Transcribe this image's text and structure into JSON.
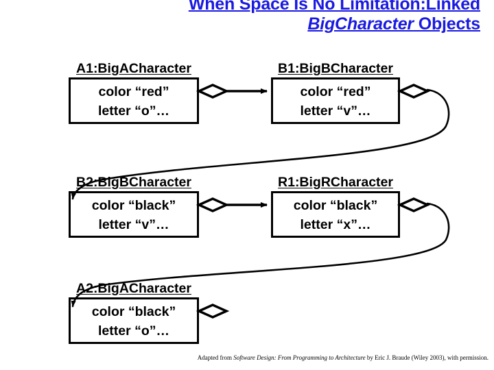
{
  "slide": {
    "title": {
      "line1": "When Space Is No Limitation:Linked",
      "line2_italic": "BigCharacter",
      "line2_rest": " Objects",
      "color": "#1a1ae0"
    },
    "caption": {
      "prefix": "Adapted from ",
      "work_italic": "Software Design: From Programming to Architecture",
      "suffix": " by Eric J. Braude (Wiley 2003), with permission."
    }
  },
  "diagram": {
    "line_color": "#000000",
    "objects": [
      {
        "id": "a1",
        "title": "A1:BigACharacter",
        "attr1": "color “red”",
        "attr2": "letter “o”…"
      },
      {
        "id": "b1",
        "title": "B1:BigBCharacter",
        "attr1": "color “red”",
        "attr2": "letter “v”…"
      },
      {
        "id": "b2",
        "title": "B2:BigBCharacter",
        "attr1": "color “black”",
        "attr2": "letter “v”…"
      },
      {
        "id": "r1",
        "title": "R1:BigRCharacter",
        "attr1": "color “black”",
        "attr2": "letter “x”…"
      },
      {
        "id": "a2",
        "title": "A2:BigACharacter",
        "attr1": "color “black”",
        "attr2": "letter “o”…"
      }
    ],
    "links": [
      {
        "from": "a1",
        "to": "b1",
        "kind": "aggregation-straight"
      },
      {
        "from": "b1",
        "to": "b2",
        "kind": "aggregation-curved"
      },
      {
        "from": "b2",
        "to": "r1",
        "kind": "aggregation-straight"
      },
      {
        "from": "r1",
        "to": "a2",
        "kind": "aggregation-curved"
      },
      {
        "from": "a2",
        "to": null,
        "kind": "aggregation-dangling"
      }
    ]
  }
}
